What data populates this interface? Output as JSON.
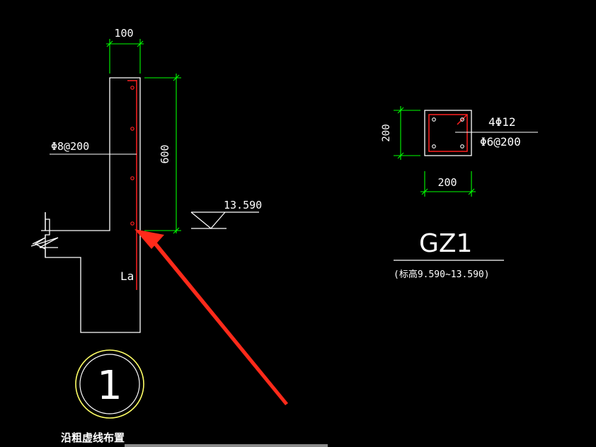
{
  "colors": {
    "background": "#000000",
    "outline": "#ffffff",
    "dimension": "#00ff00",
    "rebar": "#ff2020",
    "circle": "#ffff66",
    "arrow": "#ff2a1a",
    "scrollbar": "#8a8a8a"
  },
  "wall_detail": {
    "width_dim": "100",
    "height_dim": "600",
    "stirrup_label": "Φ8@200",
    "elevation_label": "13.590",
    "anchor_label": "La"
  },
  "section_marker": {
    "number": "1",
    "caption": "沿粗虚线布置"
  },
  "column_section": {
    "width_dim": "200",
    "height_dim": "200",
    "main_bars": "4Φ12",
    "stirrups": "Φ6@200",
    "name": "GZ1",
    "elevation_range": "(标高9.590~13.590)"
  }
}
